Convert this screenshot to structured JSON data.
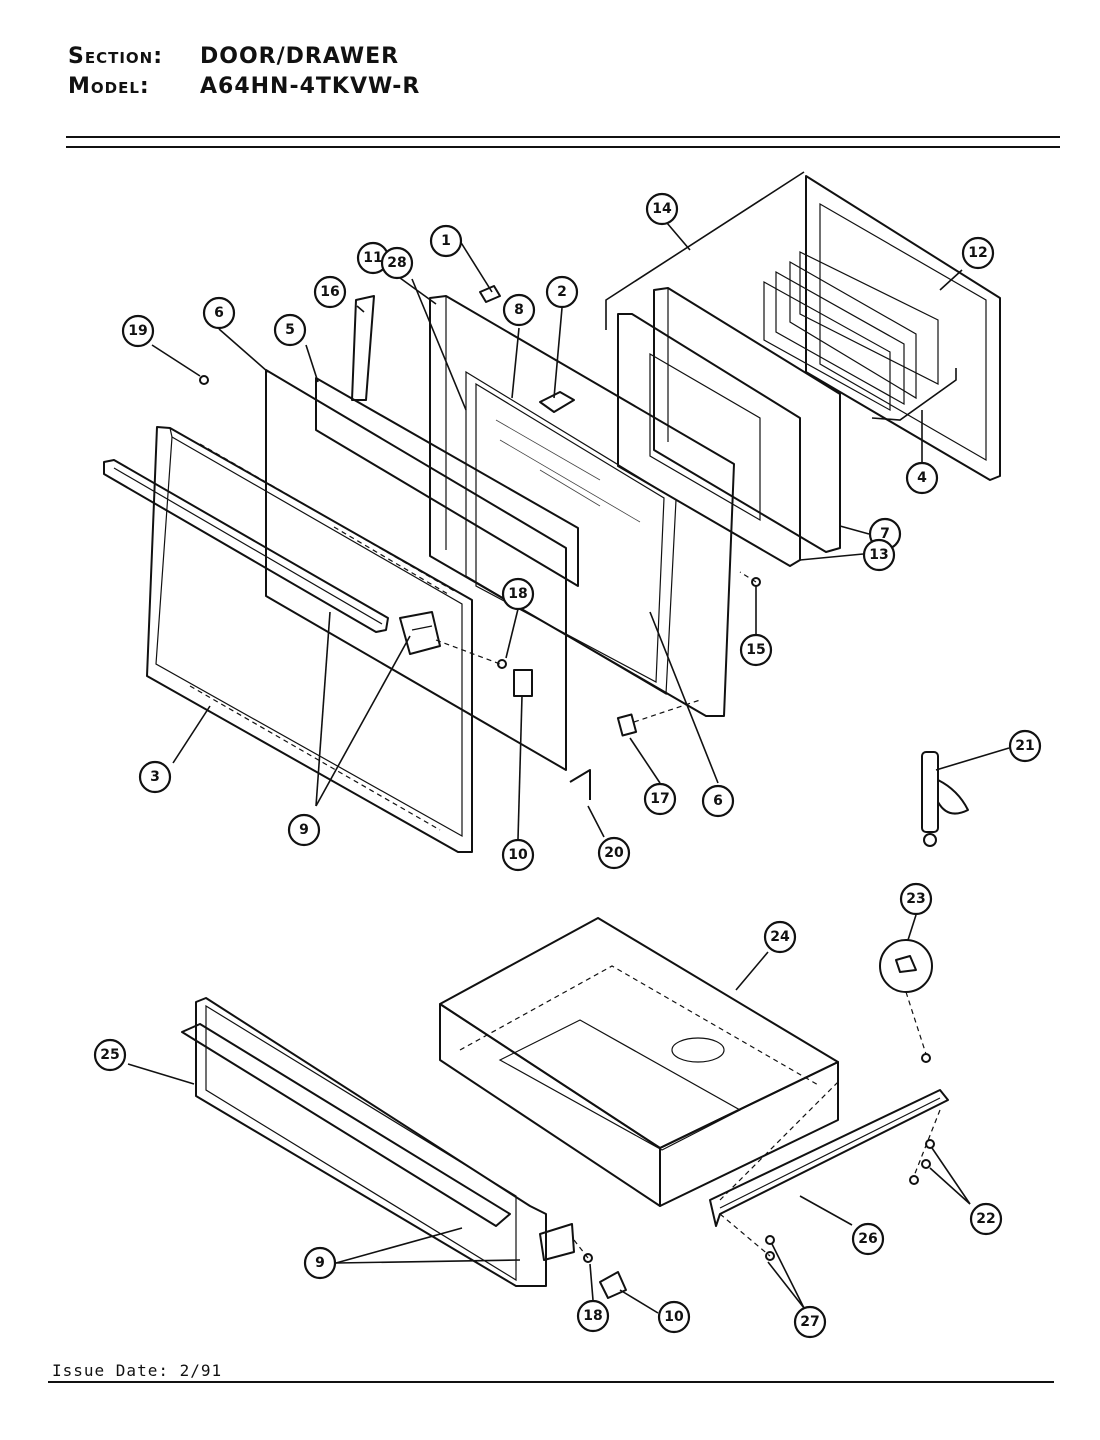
{
  "header": {
    "section_label": "Section:",
    "section_value": "DOOR/DRAWER",
    "model_label": "Model:",
    "model_value": "A64HN-4TKVW-R"
  },
  "footer": {
    "issue_date": "Issue Date: 2/91"
  },
  "callouts": [
    "1",
    "2",
    "3",
    "4",
    "5",
    "6",
    "6",
    "7",
    "8",
    "9",
    "9",
    "10",
    "10",
    "11",
    "12",
    "13",
    "14",
    "15",
    "16",
    "17",
    "18",
    "18",
    "19",
    "20",
    "21",
    "22",
    "23",
    "24",
    "25",
    "26",
    "27",
    "28"
  ]
}
